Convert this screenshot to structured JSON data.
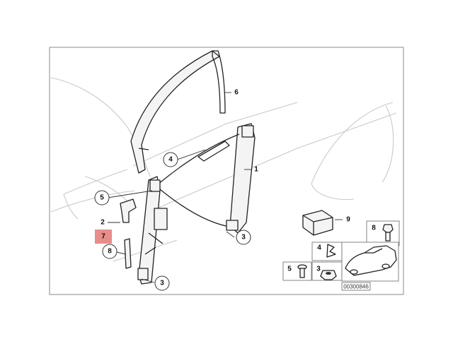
{
  "diagram": {
    "callouts": [
      {
        "id": "c6",
        "label": "6"
      },
      {
        "id": "c4a",
        "label": "4"
      },
      {
        "id": "c1",
        "label": "1"
      },
      {
        "id": "c5a",
        "label": "5"
      },
      {
        "id": "c2",
        "label": "2"
      },
      {
        "id": "c7",
        "label": "7"
      },
      {
        "id": "c8a",
        "label": "8"
      },
      {
        "id": "c3a",
        "label": "3"
      },
      {
        "id": "c3b",
        "label": "3"
      },
      {
        "id": "c9",
        "label": "9"
      },
      {
        "id": "c8b",
        "label": "8"
      },
      {
        "id": "c4b",
        "label": "4"
      },
      {
        "id": "c5b",
        "label": "5"
      },
      {
        "id": "c3c",
        "label": "3"
      }
    ],
    "highlighted_part": "7",
    "reference_code": "00300846"
  }
}
